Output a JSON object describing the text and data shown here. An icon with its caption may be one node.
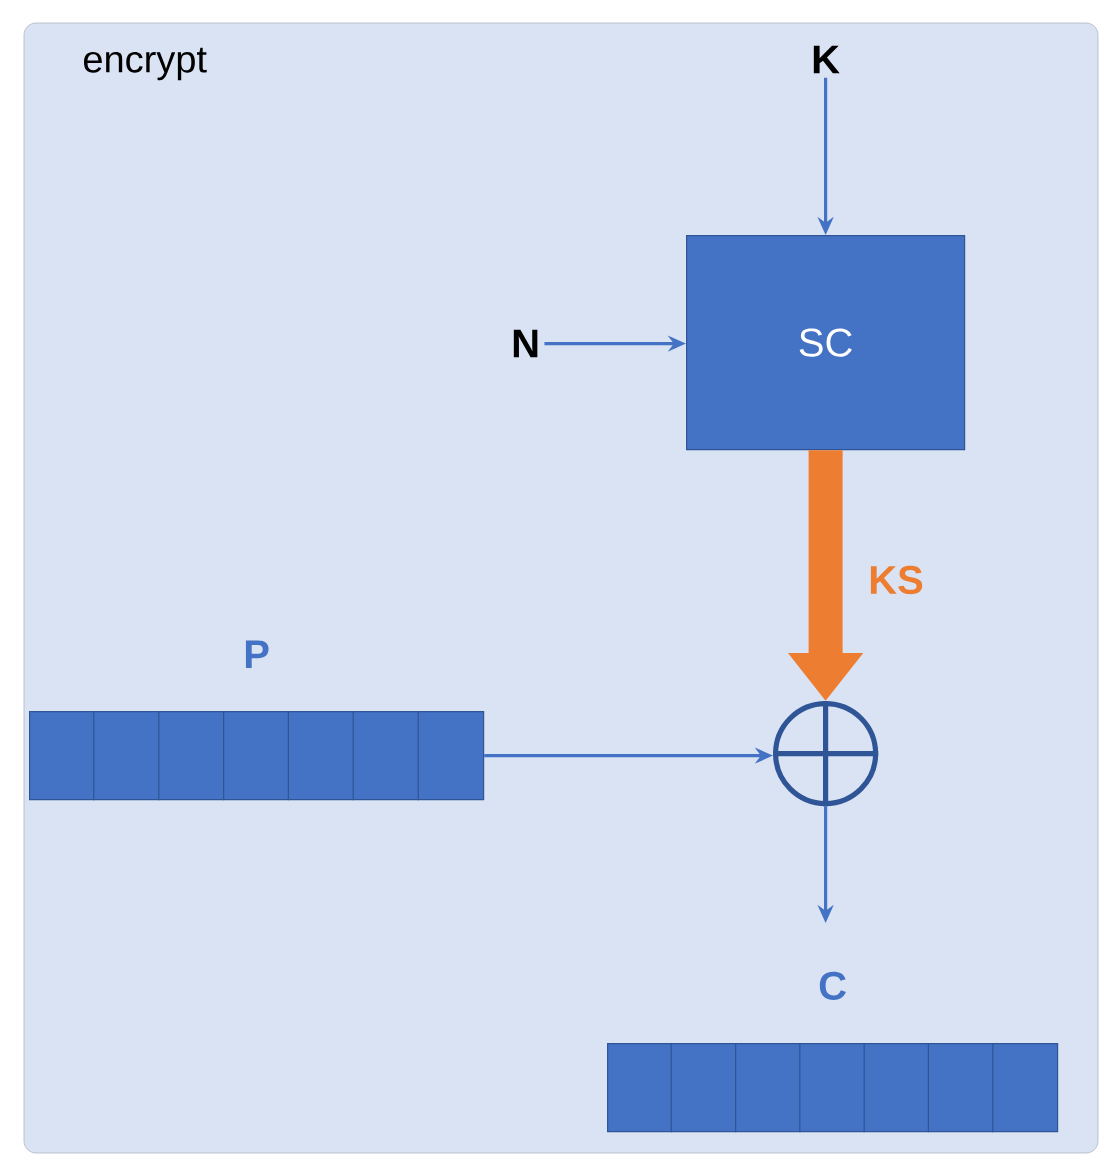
{
  "diagram": {
    "nodes": [
      {
        "text": [
          "encrypt"
        ]
      },
      {
        "text": [
          "K"
        ],
        "in": 0
      },
      {
        "text": [
          "N"
        ],
        "in": 0
      },
      {
        "text": [
          "SC"
        ],
        "in": 0
      },
      {
        "text": [
          "P"
        ],
        "in": 0
      },
      {
        "text": [],
        "shape": "circle",
        "in": 0
      },
      {
        "text": [
          "C"
        ],
        "in": 0
      }
    ],
    "edges": [
      {
        "from": 1,
        "to": 3,
        "arrow": "to"
      },
      {
        "from": 2,
        "to": 3,
        "arrow": "to"
      },
      {
        "from": 3,
        "to": 5,
        "arrow": "to",
        "label": "KS",
        "style": "thick",
        "color": "#ed7d31"
      },
      {
        "from": 4,
        "to": 5,
        "arrow": "to"
      },
      {
        "from": 5,
        "to": 6,
        "arrow": "to"
      }
    ]
  }
}
